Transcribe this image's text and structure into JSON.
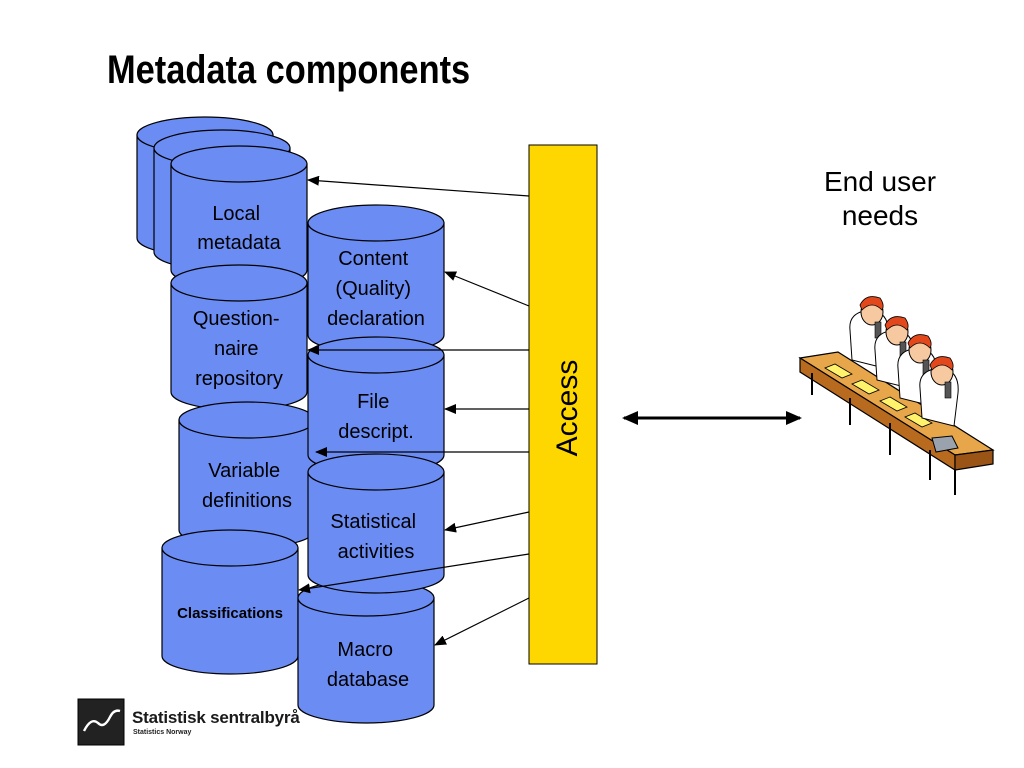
{
  "slide": {
    "title": "Metadata components",
    "end_user_line1": "End user",
    "end_user_line2": "needs",
    "access_label": "Access"
  },
  "cylinders": {
    "local": [
      "Local",
      "metadata"
    ],
    "content": [
      "Content",
      "(Quality)",
      "declaration"
    ],
    "questionnaire": [
      "Question-",
      "naire",
      "repository"
    ],
    "file": [
      "File",
      "descript."
    ],
    "variable": [
      "Variable",
      "definitions"
    ],
    "statistical": [
      "Statistical",
      "activities"
    ],
    "classifications": [
      "Classifications"
    ],
    "macro": [
      "Macro",
      "database"
    ]
  },
  "logo": {
    "name": "Statistisk sentralbyrå",
    "subtitle": "Statistics Norway"
  },
  "colors": {
    "cylinder_fill": "#6b8cf2",
    "cylinder_stroke": "#000000",
    "access_bar": "#ffd700"
  }
}
